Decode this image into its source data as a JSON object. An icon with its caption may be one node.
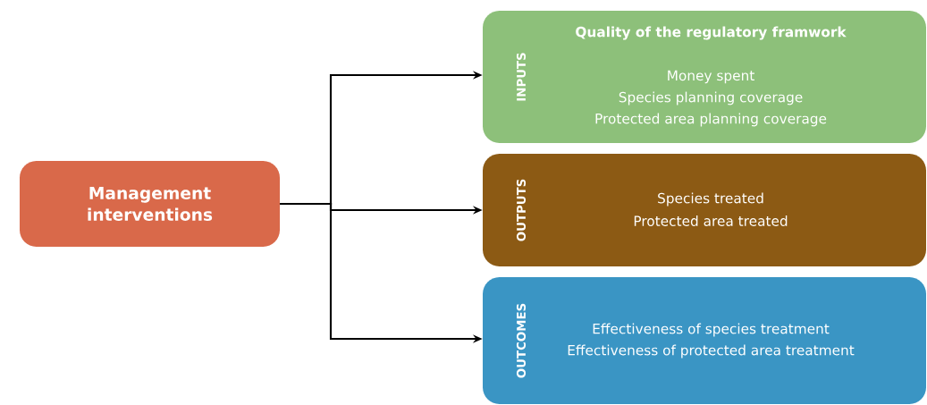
{
  "diagram": {
    "nodes": [
      {
        "text": [
          "Management interventions"
        ]
      },
      {
        "text": [
          "INPUTS",
          "Quality of the regulatory framwork",
          "Money spent",
          "Species planning coverage",
          "Protected area planning coverage"
        ]
      },
      {
        "text": [
          "OUTPUTS",
          "Species treated",
          "Protected area treated"
        ]
      },
      {
        "text": [
          "OUTCOMES",
          "Effectiveness of species treatment",
          "Effectiveness of protected area treatment"
        ]
      }
    ],
    "edges": [
      {
        "from": 0,
        "to": 1,
        "arrow": "to"
      },
      {
        "from": 0,
        "to": 2,
        "arrow": "to"
      },
      {
        "from": 0,
        "to": 3,
        "arrow": "to"
      }
    ]
  }
}
